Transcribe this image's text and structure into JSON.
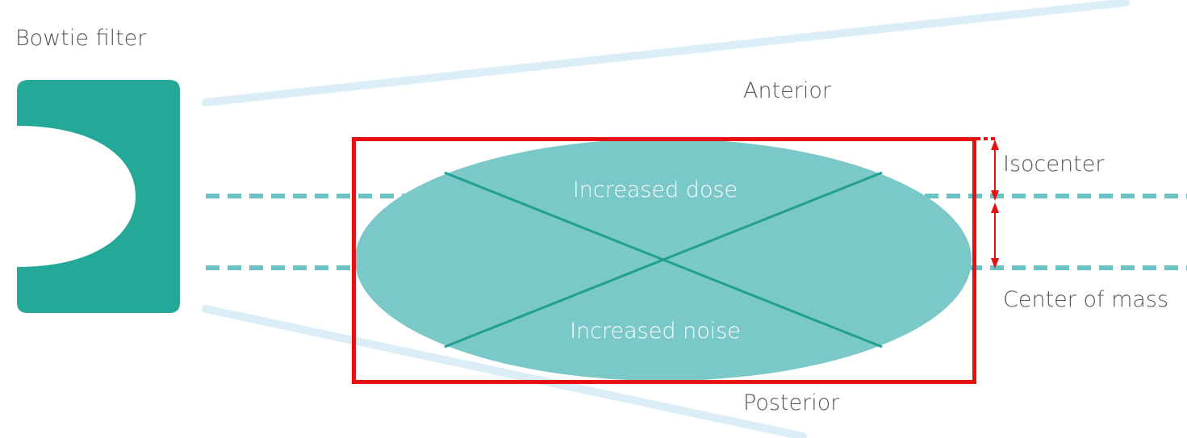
{
  "labels": {
    "bowtie_filter": "Bowtie filter",
    "anterior": "Anterior",
    "posterior": "Posterior",
    "isocenter": "Isocenter",
    "center_of_mass": "Center of mass",
    "increased_dose": "Increased dose",
    "increased_noise": "Increased noise"
  },
  "colors": {
    "filter_green": "#24a898",
    "ellipse_fill": "#7bc8c8",
    "diagonal_line": "#21a08f",
    "dashed_line": "#6bc3c3",
    "beam_line": "#dbeef8",
    "highlight_red": "#e61010",
    "text_gray": "#555555",
    "text_white": "#ffffff"
  }
}
